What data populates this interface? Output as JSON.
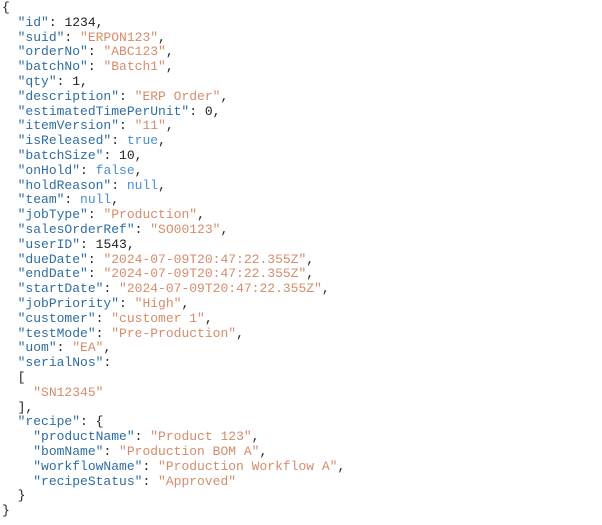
{
  "fields": [
    {
      "key": "id",
      "value": "1234",
      "kind": "n"
    },
    {
      "key": "suid",
      "value": "ERPON123",
      "kind": "s"
    },
    {
      "key": "orderNo",
      "value": "ABC123",
      "kind": "s"
    },
    {
      "key": "batchNo",
      "value": "Batch1",
      "kind": "s"
    },
    {
      "key": "qty",
      "value": "1",
      "kind": "n"
    },
    {
      "key": "description",
      "value": "ERP Order",
      "kind": "s"
    },
    {
      "key": "estimatedTimePerUnit",
      "value": "0",
      "kind": "n"
    },
    {
      "key": "itemVersion",
      "value": "11",
      "kind": "s"
    },
    {
      "key": "isReleased",
      "value": "true",
      "kind": "l"
    },
    {
      "key": "batchSize",
      "value": "10",
      "kind": "n"
    },
    {
      "key": "onHold",
      "value": "false",
      "kind": "l"
    },
    {
      "key": "holdReason",
      "value": "null",
      "kind": "l"
    },
    {
      "key": "team",
      "value": "null",
      "kind": "l"
    },
    {
      "key": "jobType",
      "value": "Production",
      "kind": "s"
    },
    {
      "key": "salesOrderRef",
      "value": "SO00123",
      "kind": "s"
    },
    {
      "key": "userID",
      "value": "1543",
      "kind": "n"
    },
    {
      "key": "dueDate",
      "value": "2024-07-09T20:47:22.355Z",
      "kind": "s"
    },
    {
      "key": "endDate",
      "value": "2024-07-09T20:47:22.355Z",
      "kind": "s"
    },
    {
      "key": "startDate",
      "value": "2024-07-09T20:47:22.355Z",
      "kind": "s"
    },
    {
      "key": "jobPriority",
      "value": "High",
      "kind": "s"
    },
    {
      "key": "customer",
      "value": "customer 1",
      "kind": "s"
    },
    {
      "key": "testMode",
      "value": "Pre-Production",
      "kind": "s"
    },
    {
      "key": "uom",
      "value": "EA",
      "kind": "s"
    }
  ],
  "serialNos": {
    "key": "serialNos",
    "items": [
      "SN12345"
    ]
  },
  "recipe": {
    "key": "recipe",
    "fields": [
      {
        "key": "productName",
        "value": "Product 123"
      },
      {
        "key": "bomName",
        "value": "Production BOM A"
      },
      {
        "key": "workflowName",
        "value": "Production Workflow A"
      },
      {
        "key": "recipeStatus",
        "value": "Approved"
      }
    ]
  },
  "colors": {
    "key": "#2e6da4",
    "string": "#d58c6c",
    "literal": "#4a8fd0",
    "number": "#222222"
  }
}
